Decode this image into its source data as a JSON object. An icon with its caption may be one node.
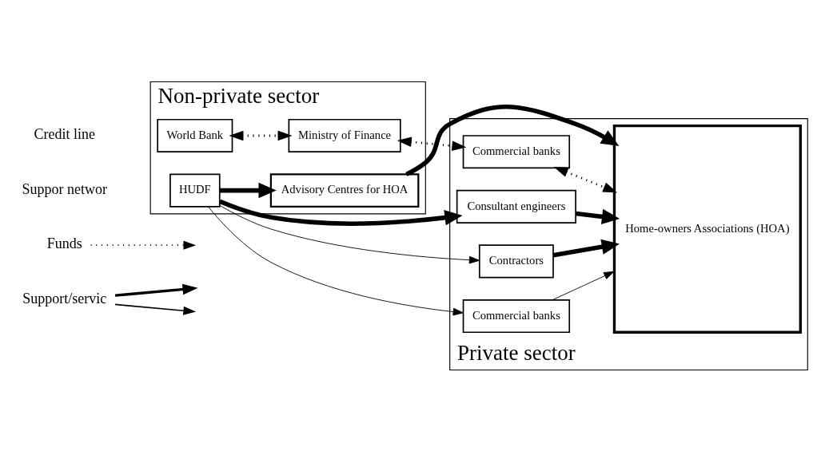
{
  "diagram": {
    "nodes": [
      {
        "text": [
          "Non-private sector"
        ]
      },
      {
        "text": [
          "Private sector"
        ]
      },
      {
        "text": [
          "World Bank"
        ],
        "in": 0
      },
      {
        "text": [
          "Ministry of Finance"
        ],
        "in": 0
      },
      {
        "text": [
          "Commercial banks"
        ],
        "in": 1
      },
      {
        "text": [
          "Home-owners Associations (HOA)"
        ],
        "in": 1
      },
      {
        "text": [
          "HUDF"
        ],
        "in": 0
      },
      {
        "text": [
          "Advisory Centres for HOA"
        ],
        "in": 0
      },
      {
        "text": [
          "Consultant engineers"
        ],
        "in": 1
      },
      {
        "text": [
          "Contractors"
        ],
        "in": 1
      },
      {
        "text": [
          "Commercial banks"
        ],
        "in": 1
      }
    ],
    "edges": [
      {
        "from": 2,
        "to": 3,
        "arrow": "both",
        "style": "dashed"
      },
      {
        "from": 3,
        "to": 4,
        "arrow": "both",
        "style": "dashed"
      },
      {
        "from": 4,
        "to": 5,
        "arrow": "both",
        "style": "dashed"
      },
      {
        "from": 6,
        "to": 7,
        "arrow": "to",
        "style": "thick"
      },
      {
        "from": 7,
        "to": 5,
        "arrow": "to",
        "style": "thick"
      },
      {
        "from": 6,
        "to": 8,
        "arrow": "to",
        "style": "thick"
      },
      {
        "from": 6,
        "to": 9,
        "arrow": "to"
      },
      {
        "from": 6,
        "to": 10,
        "arrow": "to"
      },
      {
        "from": 8,
        "to": 5,
        "arrow": "to",
        "style": "thick"
      },
      {
        "from": 9,
        "to": 5,
        "arrow": "to",
        "style": "thick"
      },
      {
        "from": 10,
        "to": 5,
        "arrow": "to"
      }
    ],
    "labels": [
      "Credit line",
      "Suppor networ"
    ],
    "legend": [
      {
        "text": "Funds"
      },
      {
        "text": "Support/servic"
      }
    ]
  }
}
